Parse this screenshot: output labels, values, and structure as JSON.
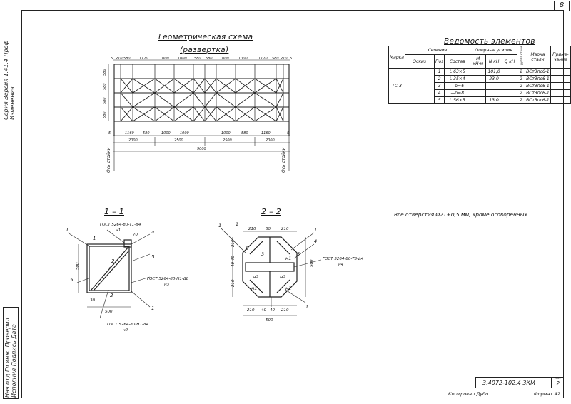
{
  "page_number": "8",
  "side_stamps": {
    "top": "Серия Версия 1.41.4 Проф Изменения",
    "bottom": "Нач отд Гл инж. Проверил Исполнил Подпись Дата"
  },
  "geo_scheme": {
    "title": "Геометрическая схема",
    "subtitle": "(развертка)",
    "top_dims": [
      "5",
      "210",
      "580",
      "1170",
      "1000",
      "1000",
      "580",
      "580",
      "1000",
      "1000",
      "1170",
      "580",
      "210",
      "5"
    ],
    "bottom_dims": [
      "5",
      "1160",
      "580",
      "1000",
      "1000",
      "1000",
      "580",
      "1160",
      "5"
    ],
    "group_dims": [
      "2000",
      "2500",
      "2500",
      "2000"
    ],
    "total_dim": "9000",
    "left_dims": [
      "580",
      "580",
      "580",
      "580"
    ],
    "axis_left": "Ось стойки",
    "axis_right": "Ось стойки"
  },
  "vedomost": {
    "title": "Ведомость элементов",
    "headers": {
      "marka": "Марка",
      "sechenie": "Сечение",
      "eskiz": "Эскиз",
      "poz": "Поз",
      "sostav": "Состав",
      "usiliya": "Опорные усилия",
      "m": "М кН·м",
      "n": "N кН",
      "q": "Q кН",
      "gruppa": "Группа стали",
      "marka_stali": "Марка стали",
      "primechanie": "Приме-чание"
    },
    "mark": "ТС-3",
    "rows": [
      {
        "poz": "1",
        "sostav": "L 63×5",
        "m": "",
        "n": "101,0",
        "q": "",
        "gr": "2",
        "steel": "ВСт3пс6-1"
      },
      {
        "poz": "2",
        "sostav": "L 35×4",
        "m": "",
        "n": "23,0",
        "q": "",
        "gr": "2",
        "steel": "ВСт3пс6-1"
      },
      {
        "poz": "3",
        "sostav": "—δ=6",
        "m": "",
        "n": "",
        "q": "",
        "gr": "2",
        "steel": "ВСт3пс6-1"
      },
      {
        "poz": "4",
        "sostav": "—δ=8",
        "m": "",
        "n": "",
        "q": "",
        "gr": "2",
        "steel": "ВСт3пс6-1"
      },
      {
        "poz": "5",
        "sostav": "L 56×5",
        "m": "",
        "n": "13,0",
        "q": "",
        "gr": "2",
        "steel": "ВСт3пс6-1"
      }
    ]
  },
  "note": "Все отверстия Ø21+0,5 мм, кроме оговоренных.",
  "section_1": {
    "title": "1 – 1",
    "labels": [
      "1",
      "2",
      "5",
      "4",
      "5",
      "1",
      "2",
      "1"
    ],
    "weld_top": "ГОСТ 5264-80-Т1-Δ4",
    "weld_top_sub": "н1",
    "weld_mid": "ГОСТ 5264-80-Н1-Δ8",
    "weld_mid_sub": "н3",
    "weld_bottom": "ГОСТ 5264-80-Н1-Δ4",
    "weld_bottom_sub": "н2",
    "dim_height": "500",
    "dim_width": "500",
    "dim_70": "70",
    "dim_30": "30"
  },
  "section_2": {
    "title": "2 – 2",
    "weld": "ГОСТ 5264-80-Т3-Δ4",
    "weld_sub": "н4",
    "dim_top": [
      "210",
      "80",
      "210"
    ],
    "dim_bottom": [
      "210",
      "40",
      "40",
      "210"
    ],
    "dim_width": "500",
    "dim_left": [
      "210",
      "40 40",
      "210"
    ],
    "dim_right": "500",
    "labels": [
      "1",
      "3",
      "1",
      "4",
      "5",
      "1",
      "н1",
      "н2",
      "н2",
      "н1",
      "н1",
      "5",
      "1"
    ]
  },
  "stamp": {
    "code": "3.4072-102.4 3КМ",
    "sheet_label": "Лист",
    "sheet": "2",
    "copied": "Копировал Дубо",
    "format": "Формат А2"
  }
}
